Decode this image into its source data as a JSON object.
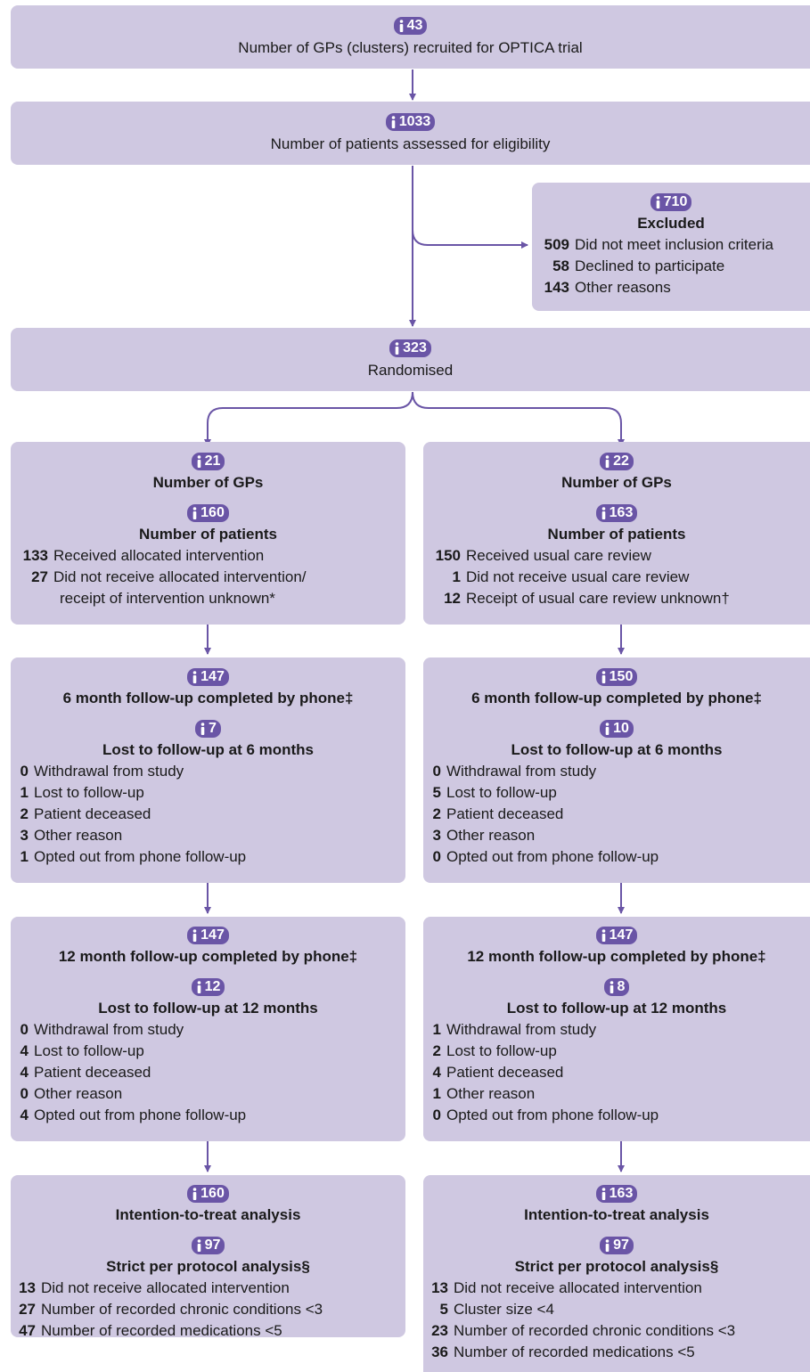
{
  "top": {
    "count": "43",
    "label": "Number of GPs (clusters) recruited for OPTICA trial"
  },
  "assessed": {
    "count": "1033",
    "label": "Number of patients assessed for eligibility"
  },
  "excluded": {
    "count": "710",
    "title": "Excluded",
    "items": [
      {
        "n": "509",
        "text": "Did not meet inclusion criteria"
      },
      {
        "n": "58",
        "text": "Declined to participate"
      },
      {
        "n": "143",
        "text": "Other reasons"
      }
    ]
  },
  "randomised": {
    "count": "323",
    "label": "Randomised"
  },
  "left": {
    "alloc": {
      "gp_count": "21",
      "gp_label": "Number of GPs",
      "pt_count": "160",
      "pt_label": "Number of patients",
      "items": [
        {
          "n": "133",
          "text": "Received allocated intervention"
        },
        {
          "n": "27",
          "text": "Did not receive allocated intervention/",
          "cont": "receipt of intervention unknown*"
        }
      ]
    },
    "fu6": {
      "done_count": "147",
      "done_label": "6 month follow-up completed by phone‡",
      "lost_count": "7",
      "lost_label": "Lost to follow-up at 6 months",
      "items": [
        {
          "n": "0",
          "text": "Withdrawal from study"
        },
        {
          "n": "1",
          "text": "Lost to follow-up"
        },
        {
          "n": "2",
          "text": "Patient deceased"
        },
        {
          "n": "3",
          "text": "Other reason"
        },
        {
          "n": "1",
          "text": "Opted out from phone follow-up"
        }
      ]
    },
    "fu12": {
      "done_count": "147",
      "done_label": "12 month follow-up completed by phone‡",
      "lost_count": "12",
      "lost_label": "Lost to follow-up at 12 months",
      "items": [
        {
          "n": "0",
          "text": "Withdrawal from study"
        },
        {
          "n": "4",
          "text": "Lost to follow-up"
        },
        {
          "n": "4",
          "text": "Patient deceased"
        },
        {
          "n": "0",
          "text": "Other reason"
        },
        {
          "n": "4",
          "text": "Opted out from phone follow-up"
        }
      ]
    },
    "analysis": {
      "itt_count": "160",
      "itt_label": "Intention-to-treat analysis",
      "pp_count": "97",
      "pp_label": "Strict per protocol analysis§",
      "items": [
        {
          "n": "13",
          "text": "Did not receive allocated intervention"
        },
        {
          "n": "27",
          "text": "Number of recorded chronic conditions <3"
        },
        {
          "n": "47",
          "text": "Number of recorded medications <5"
        }
      ]
    }
  },
  "right": {
    "alloc": {
      "gp_count": "22",
      "gp_label": "Number of GPs",
      "pt_count": "163",
      "pt_label": "Number of patients",
      "items": [
        {
          "n": "150",
          "text": "Received usual care review"
        },
        {
          "n": "1",
          "text": "Did not receive usual care review"
        },
        {
          "n": "12",
          "text": "Receipt of usual care review unknown†"
        }
      ]
    },
    "fu6": {
      "done_count": "150",
      "done_label": "6 month follow-up completed by phone‡",
      "lost_count": "10",
      "lost_label": "Lost to follow-up at 6 months",
      "items": [
        {
          "n": "0",
          "text": "Withdrawal from study"
        },
        {
          "n": "5",
          "text": "Lost to follow-up"
        },
        {
          "n": "2",
          "text": "Patient deceased"
        },
        {
          "n": "3",
          "text": "Other reason"
        },
        {
          "n": "0",
          "text": "Opted out from phone follow-up"
        }
      ]
    },
    "fu12": {
      "done_count": "147",
      "done_label": "12 month follow-up completed by phone‡",
      "lost_count": "8",
      "lost_label": "Lost to follow-up at 12 months",
      "items": [
        {
          "n": "1",
          "text": "Withdrawal from study"
        },
        {
          "n": "2",
          "text": "Lost to follow-up"
        },
        {
          "n": "4",
          "text": "Patient deceased"
        },
        {
          "n": "1",
          "text": "Other reason"
        },
        {
          "n": "0",
          "text": "Opted out from phone follow-up"
        }
      ]
    },
    "analysis": {
      "itt_count": "163",
      "itt_label": "Intention-to-treat analysis",
      "pp_count": "97",
      "pp_label": "Strict per protocol analysis§",
      "items": [
        {
          "n": "13",
          "text": "Did not receive allocated intervention"
        },
        {
          "n": "5",
          "text": "Cluster size <4"
        },
        {
          "n": "23",
          "text": "Number of recorded chronic conditions <3"
        },
        {
          "n": "36",
          "text": "Number of recorded medications <5"
        }
      ]
    }
  },
  "colors": {
    "box_fill": "#cfc8e1",
    "badge_fill": "#6a55a6",
    "connector": "#6a55a6"
  },
  "icons": {
    "badge_icon": "person-icon"
  }
}
